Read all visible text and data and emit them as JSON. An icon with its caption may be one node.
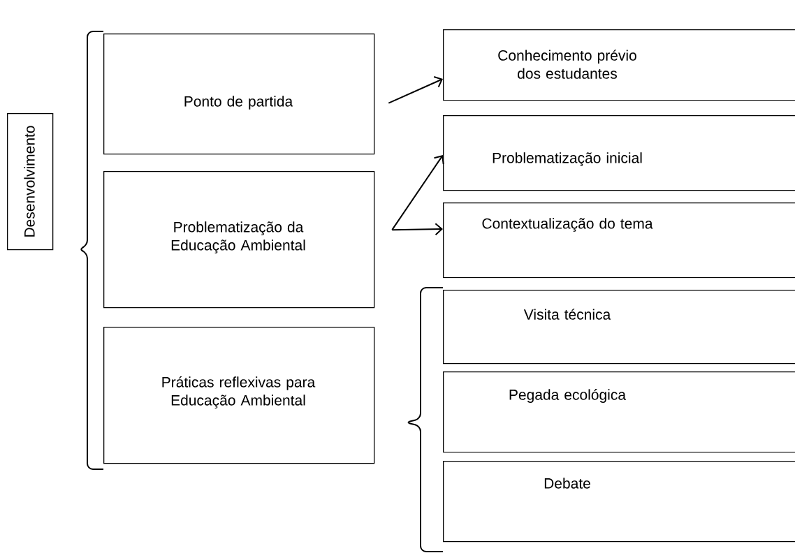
{
  "diagram": {
    "nodes": [
      {
        "text": [
          "Desenvolvimento"
        ]
      },
      {
        "text": [
          "Ponto de partida"
        ]
      },
      {
        "text": [
          "Problematização da Educação Ambiental"
        ]
      },
      {
        "text": [
          "Práticas reflexivas para Educação Ambiental"
        ]
      },
      {
        "text": [
          "Conhecimento prévio dos estudantes"
        ]
      },
      {
        "text": [
          "Problematização inicial"
        ]
      },
      {
        "text": [
          "Contextualização do tema"
        ]
      },
      {
        "text": [
          "Visita técnica"
        ]
      },
      {
        "text": [
          "Pegada ecológica"
        ]
      },
      {
        "text": [
          "Debate"
        ]
      }
    ],
    "edges": [
      {
        "from": 1,
        "to": 4,
        "arrow": "to"
      },
      {
        "from": 2,
        "to": 5,
        "arrow": "to"
      },
      {
        "from": 2,
        "to": 6,
        "arrow": "to"
      }
    ]
  }
}
